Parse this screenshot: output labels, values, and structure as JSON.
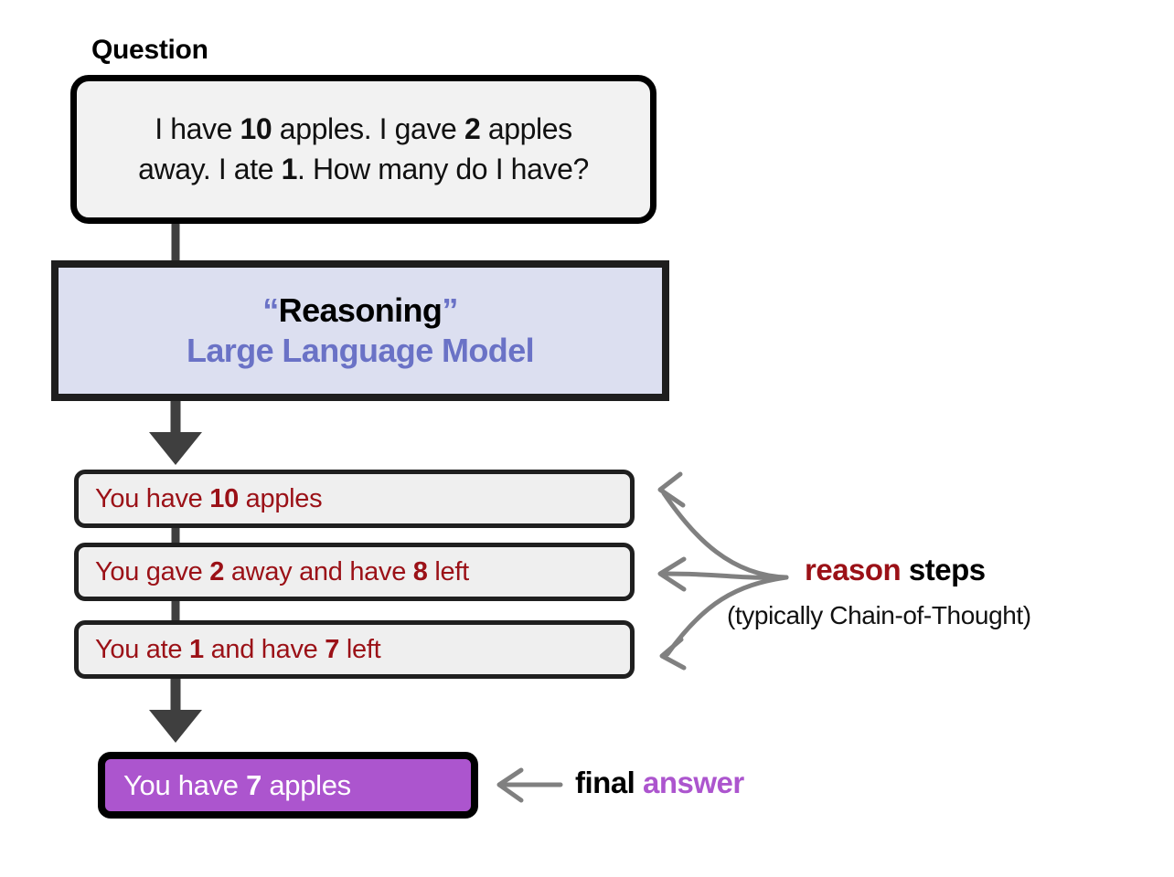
{
  "diagram": {
    "title_label": "Question",
    "question": {
      "line1_a": "I have ",
      "line1_b": "10",
      "line1_c": " apples. I gave ",
      "line1_d": "2",
      "line1_e": " apples",
      "line2_a": "away. I ate ",
      "line2_b": "1",
      "line2_c": ". How many do I have?",
      "full_text": "I have 10 apples. I gave 2 apples away. I ate 1. How many do I have?"
    },
    "model_node": {
      "quote_open": "“",
      "title": "Reasoning",
      "quote_close": "”",
      "subtitle": "Large Language Model"
    },
    "reason_steps": [
      {
        "a": "You have ",
        "b": "10",
        "c": " apples",
        "full_text": "You have 10 apples"
      },
      {
        "a": "You gave ",
        "b": "2",
        "c": " away and have ",
        "d": "8",
        "e": " left",
        "full_text": "You gave 2 away and have 8 left"
      },
      {
        "a": "You ate ",
        "b": "1",
        "c": " and have ",
        "d": "7",
        "e": " left",
        "full_text": "You ate 1 and have 7 left"
      }
    ],
    "answer": {
      "a": "You have ",
      "b": "7",
      "c": " apples",
      "full_text": "You have 7 apples"
    },
    "annotations": {
      "reason_word": "reason",
      "steps_word": " steps",
      "reason_sub": "(typically Chain-of-Thought)",
      "final_word": "final ",
      "answer_word": "answer"
    },
    "colors": {
      "question_fill": "#f2f2f2",
      "question_border": "#000000",
      "llm_fill": "#dcdff0",
      "llm_border": "#1e1e1e",
      "llm_accent": "#6a72c6",
      "step_fill": "#efefef",
      "step_border": "#1f1f1f",
      "step_text": "#9b1117",
      "answer_fill": "#ac55ce",
      "answer_text": "#ffffff",
      "arrow_dark": "#3f3f3f",
      "arrow_gray": "#808080",
      "background": "#ffffff"
    }
  }
}
